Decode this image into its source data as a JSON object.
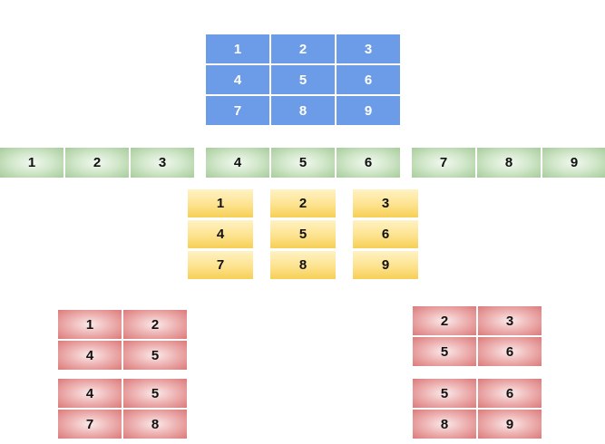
{
  "matrix": {
    "rows": [
      [
        "1",
        "2",
        "3"
      ],
      [
        "4",
        "5",
        "6"
      ],
      [
        "7",
        "8",
        "9"
      ]
    ]
  },
  "rows_flattened": [
    [
      "1",
      "2",
      "3"
    ],
    [
      "4",
      "5",
      "6"
    ],
    [
      "7",
      "8",
      "9"
    ]
  ],
  "columns": [
    [
      "1",
      "4",
      "7"
    ],
    [
      "2",
      "5",
      "8"
    ],
    [
      "3",
      "6",
      "9"
    ]
  ],
  "windows": {
    "left": [
      [
        [
          "1",
          "2"
        ],
        [
          "4",
          "5"
        ]
      ],
      [
        [
          "4",
          "5"
        ],
        [
          "7",
          "8"
        ]
      ]
    ],
    "right": [
      [
        [
          "2",
          "3"
        ],
        [
          "5",
          "6"
        ]
      ],
      [
        [
          "5",
          "6"
        ],
        [
          "8",
          "9"
        ]
      ]
    ]
  },
  "colors": {
    "blue": "#6c9be8",
    "green": "#a7cc9b",
    "yellow": "#fde38f",
    "red": "#dc7a7a"
  }
}
